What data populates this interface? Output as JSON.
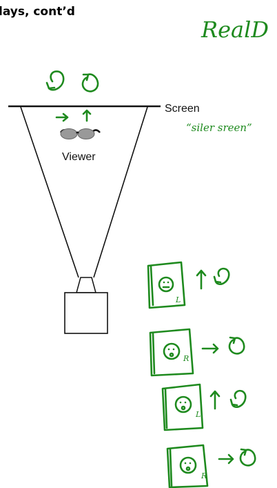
{
  "slide": {
    "title": "lays, cont’d",
    "screen_label": "Screen",
    "viewer_label": "Viewer",
    "annotation_realD": "RealD",
    "annotation_silver_screen": "“siler sreen”"
  },
  "frame_eye_labels": [
    "L",
    "R",
    "L",
    "R"
  ],
  "colors": {
    "ink_green": "#1e8a1e",
    "lens_gray": "#999999",
    "line_black": "#111111"
  }
}
